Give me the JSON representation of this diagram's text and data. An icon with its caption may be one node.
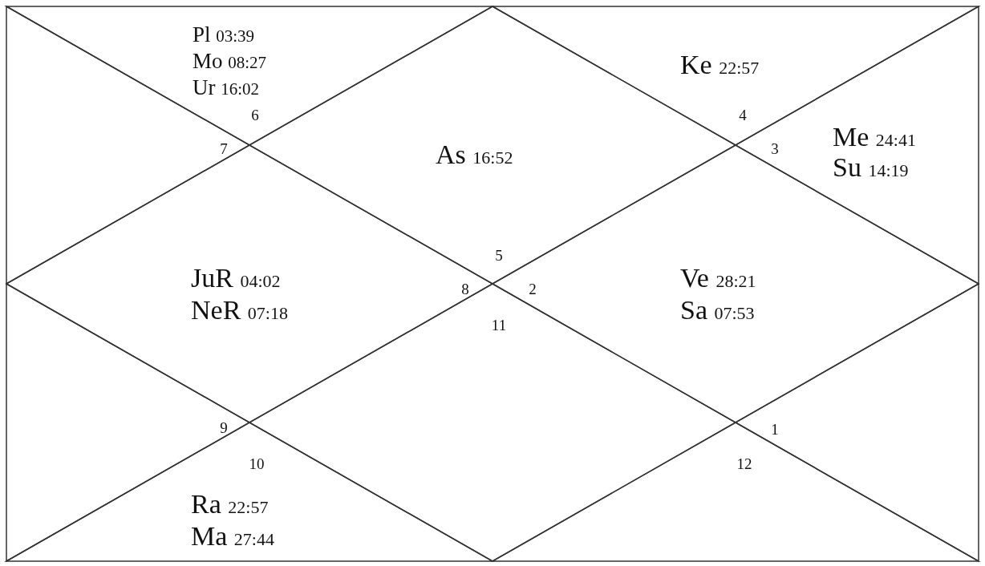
{
  "diagram": {
    "nodes": [
      {
        "text": [
          "Pl 03:39",
          "Mo 08:27",
          "Ur 16:02",
          "6"
        ]
      },
      {
        "text": [
          "As 16:52",
          "5"
        ]
      },
      {
        "text": [
          "Ke 22:57",
          "4"
        ]
      },
      {
        "text": [
          "7"
        ]
      },
      {
        "text": [
          "Me 24:41",
          "Su 14:19",
          "3"
        ]
      },
      {
        "text": [
          "JuR 04:02",
          "NeR 07:18",
          "8"
        ]
      },
      {
        "text": [
          "Ve 28:21",
          "Sa 07:53",
          "2"
        ]
      },
      {
        "text": [
          "9"
        ]
      },
      {
        "text": [
          "1"
        ]
      },
      {
        "text": [
          "11"
        ]
      },
      {
        "text": [
          "10",
          "Ra 22:57",
          "Ma 27:44"
        ]
      },
      {
        "text": [
          "12"
        ]
      }
    ]
  }
}
